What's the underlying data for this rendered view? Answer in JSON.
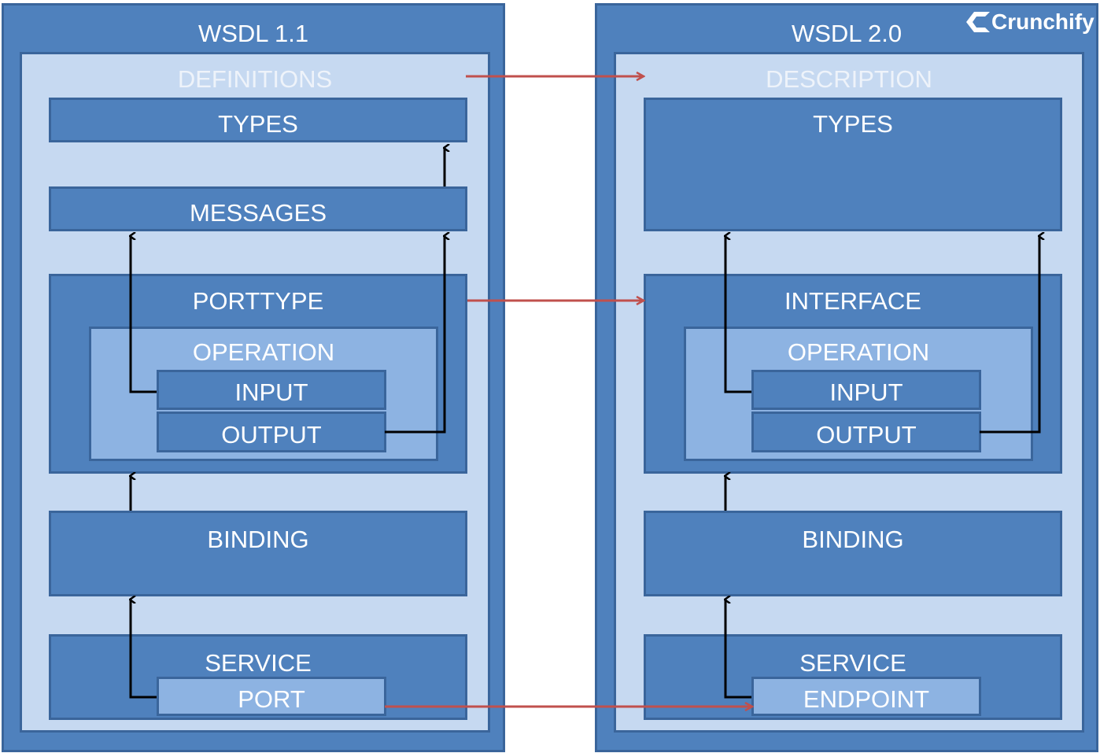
{
  "wsdl11": {
    "title": "WSDL 1.1",
    "definitions": "DEFINITIONS",
    "types": "TYPES",
    "messages": "MESSAGES",
    "porttype": "PORTTYPE",
    "operation": "OPERATION",
    "input": "INPUT",
    "output": "OUTPUT",
    "binding": "BINDING",
    "service": "SERVICE",
    "port": "PORT"
  },
  "wsdl20": {
    "title": "WSDL 2.0",
    "description": "DESCRIPTION",
    "types": "TYPES",
    "interface": "INTERFACE",
    "operation": "OPERATION",
    "input": "INPUT",
    "output": "OUTPUT",
    "binding": "BINDING",
    "service": "SERVICE",
    "endpoint": "ENDPOINT"
  },
  "logo": {
    "text": "Crunchify",
    "icon": "crunchify-logo-icon"
  },
  "colors": {
    "outer": "#4f81bd",
    "inner": "#c6d9f1",
    "border": "#3a659b",
    "light_box": "#8db3e2",
    "mapping_arrow": "#c0504d",
    "reference_arrow": "#000000"
  }
}
